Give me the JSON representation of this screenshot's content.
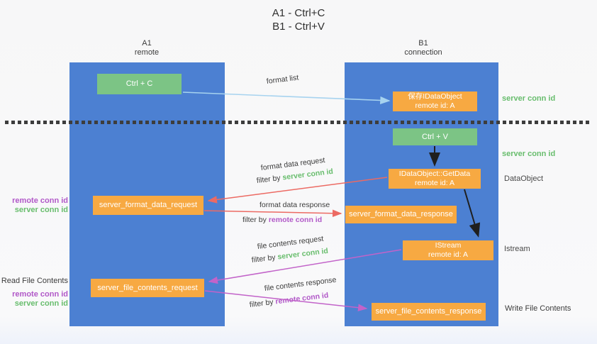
{
  "title": {
    "line1": "A1 - Ctrl+C",
    "line2": "B1 - Ctrl+V"
  },
  "lanes": {
    "left": {
      "title": "A1",
      "subtitle": "remote"
    },
    "right": {
      "title": "B1",
      "subtitle": "connection"
    }
  },
  "nodes": {
    "ctrl_c": {
      "label": "Ctrl + C"
    },
    "save_idataobject": {
      "line1": "保存IDataObject",
      "line2": "remote id: A"
    },
    "ctrl_v": {
      "label": "Ctrl + V"
    },
    "getdata": {
      "line1": "IDataObject::GetData",
      "line2": "remote id: A"
    },
    "format_request": {
      "label": "server_format_data_request"
    },
    "format_response": {
      "label": "server_format_data_response"
    },
    "istream": {
      "line1": "IStream",
      "line2": "remote id: A"
    },
    "file_request": {
      "label": "server_file_contents_request"
    },
    "file_response": {
      "label": "server_file_contents_response"
    }
  },
  "side_labels": {
    "server_conn_id_top": "server conn id",
    "server_conn_id_mid": "server conn id",
    "dataobject": "DataObject",
    "istream": "Istream",
    "write_file_contents": "Write File Contents",
    "read_file_contents": "Read File Contents",
    "remote_conn_id_format": "remote conn id",
    "server_conn_id_format": "server conn id",
    "remote_conn_id_file": "remote conn id",
    "server_conn_id_file": "server conn id"
  },
  "edge_labels": {
    "format_list": "format list",
    "format_data_request": "format data request",
    "filter_by_fmt_req": "filter by",
    "filter_by_fmt_req_id": "server conn id",
    "format_data_response": "format data response",
    "filter_by_fmt_res": "filter by",
    "filter_by_fmt_res_id": "remote conn id",
    "file_contents_request": "file contents request",
    "filter_by_file_req": "filter by",
    "filter_by_file_req_id": "server conn id",
    "file_contents_response": "file contents response",
    "filter_by_file_res": "filter by",
    "filter_by_file_res_id": "remote conn id"
  },
  "edges": [
    {
      "from": "ctrl_c",
      "to": "save_idataobject",
      "label": "format list",
      "color": "light-blue"
    },
    {
      "from": "ctrl_v",
      "to": "getdata",
      "label": "",
      "color": "black"
    },
    {
      "from": "getdata",
      "to": "format_request",
      "label": "format data request, filter by server conn id",
      "color": "salmon"
    },
    {
      "from": "format_request",
      "to": "format_response",
      "label": "format data response, filter by remote conn id",
      "color": "salmon"
    },
    {
      "from": "getdata",
      "to": "istream",
      "label": "",
      "color": "black"
    },
    {
      "from": "istream",
      "to": "file_request",
      "label": "file contents request, filter by server conn id",
      "color": "purple"
    },
    {
      "from": "file_request",
      "to": "file_response",
      "label": "file contents response, filter by remote conn id",
      "color": "purple"
    }
  ],
  "colors": {
    "lane_blue": "#4c80d2",
    "node_green": "#7cc485",
    "node_orange": "#f7a942",
    "label_green": "#68bd6d",
    "label_purple": "#b158c8",
    "arrow_blue": "#a7d3ef",
    "arrow_salmon": "#ec6a63",
    "arrow_purple": "#c263c9",
    "arrow_black": "#1f1f1f",
    "divider": "#3d3d3d",
    "background": "#f7f7f8"
  }
}
